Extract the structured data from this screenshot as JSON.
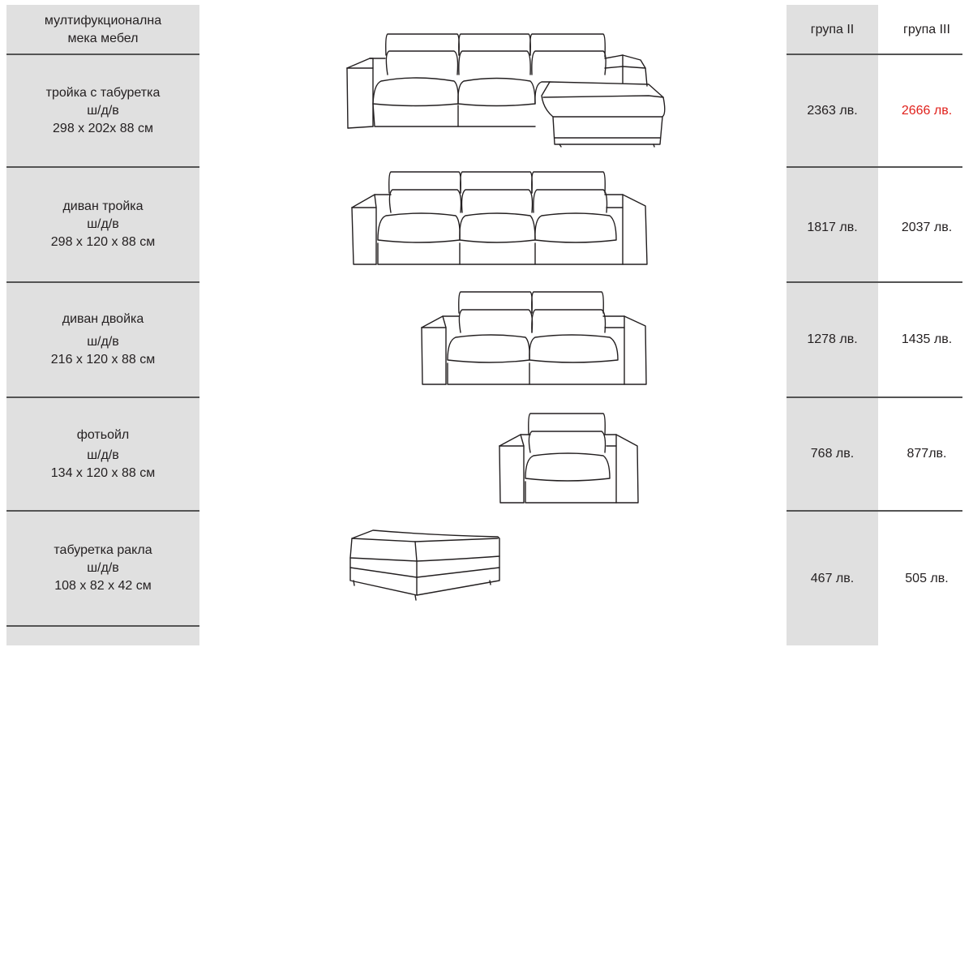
{
  "header": {
    "title_line1": "мултифукционална",
    "title_line2": "мека мебел",
    "group2": "група II",
    "group3": "група III"
  },
  "rows": [
    {
      "name": "тройка с табуретка",
      "dims_label": "ш/д/в",
      "dims": "298 x 202x 88 см",
      "group2_price": "2363 лв.",
      "group3_price": "2666 лв.",
      "icon": "corner-sofa-with-ottoman-drawing"
    },
    {
      "name": "диван тройка",
      "dims_label": "ш/д/в",
      "dims": "298 x 120 x 88 см",
      "group2_price": "1817 лв.",
      "group3_price": "2037 лв.",
      "icon": "three-seat-sofa-drawing"
    },
    {
      "name": "диван двойка",
      "dims_label": "ш/д/в",
      "dims": "216 x 120 x 88 см",
      "group2_price": "1278 лв.",
      "group3_price": "1435 лв.",
      "icon": "two-seat-sofa-drawing"
    },
    {
      "name": "фотьойл",
      "dims_label": "ш/д/в",
      "dims": "134 x 120 x 88 см",
      "group2_price": "768 лв.",
      "group3_price": "877лв.",
      "icon": "armchair-drawing"
    },
    {
      "name": "табуретка ракла",
      "dims_label": "ш/д/в",
      "dims": "108 x 82 x 42 см",
      "group2_price": "467 лв.",
      "group3_price": "505 лв.",
      "icon": "storage-ottoman-drawing"
    }
  ],
  "colors": {
    "highlight_price": "#e0201b",
    "column_shade": "#e0e0e0",
    "rule": "#545454"
  }
}
